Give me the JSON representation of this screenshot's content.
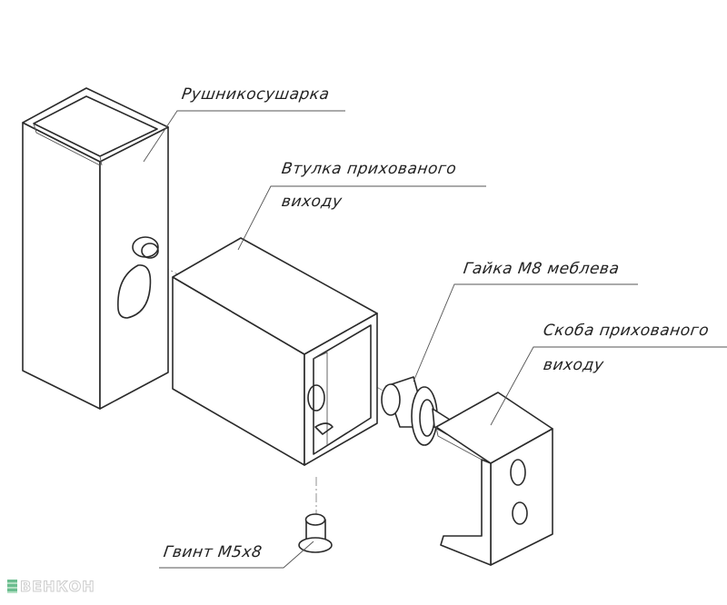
{
  "labels": {
    "towel_dryer": "Рушникосушарка",
    "sleeve_line1": "Втулка прихованого",
    "sleeve_line2": "виходу",
    "nut": "Гайка М8 меблева",
    "bracket_line1": "Скоба прихованого",
    "bracket_line2": "виходу",
    "screw": "Гвинт М5х8"
  },
  "logo": {
    "text": "ВЕНКОН",
    "color": "#3aa86a"
  }
}
